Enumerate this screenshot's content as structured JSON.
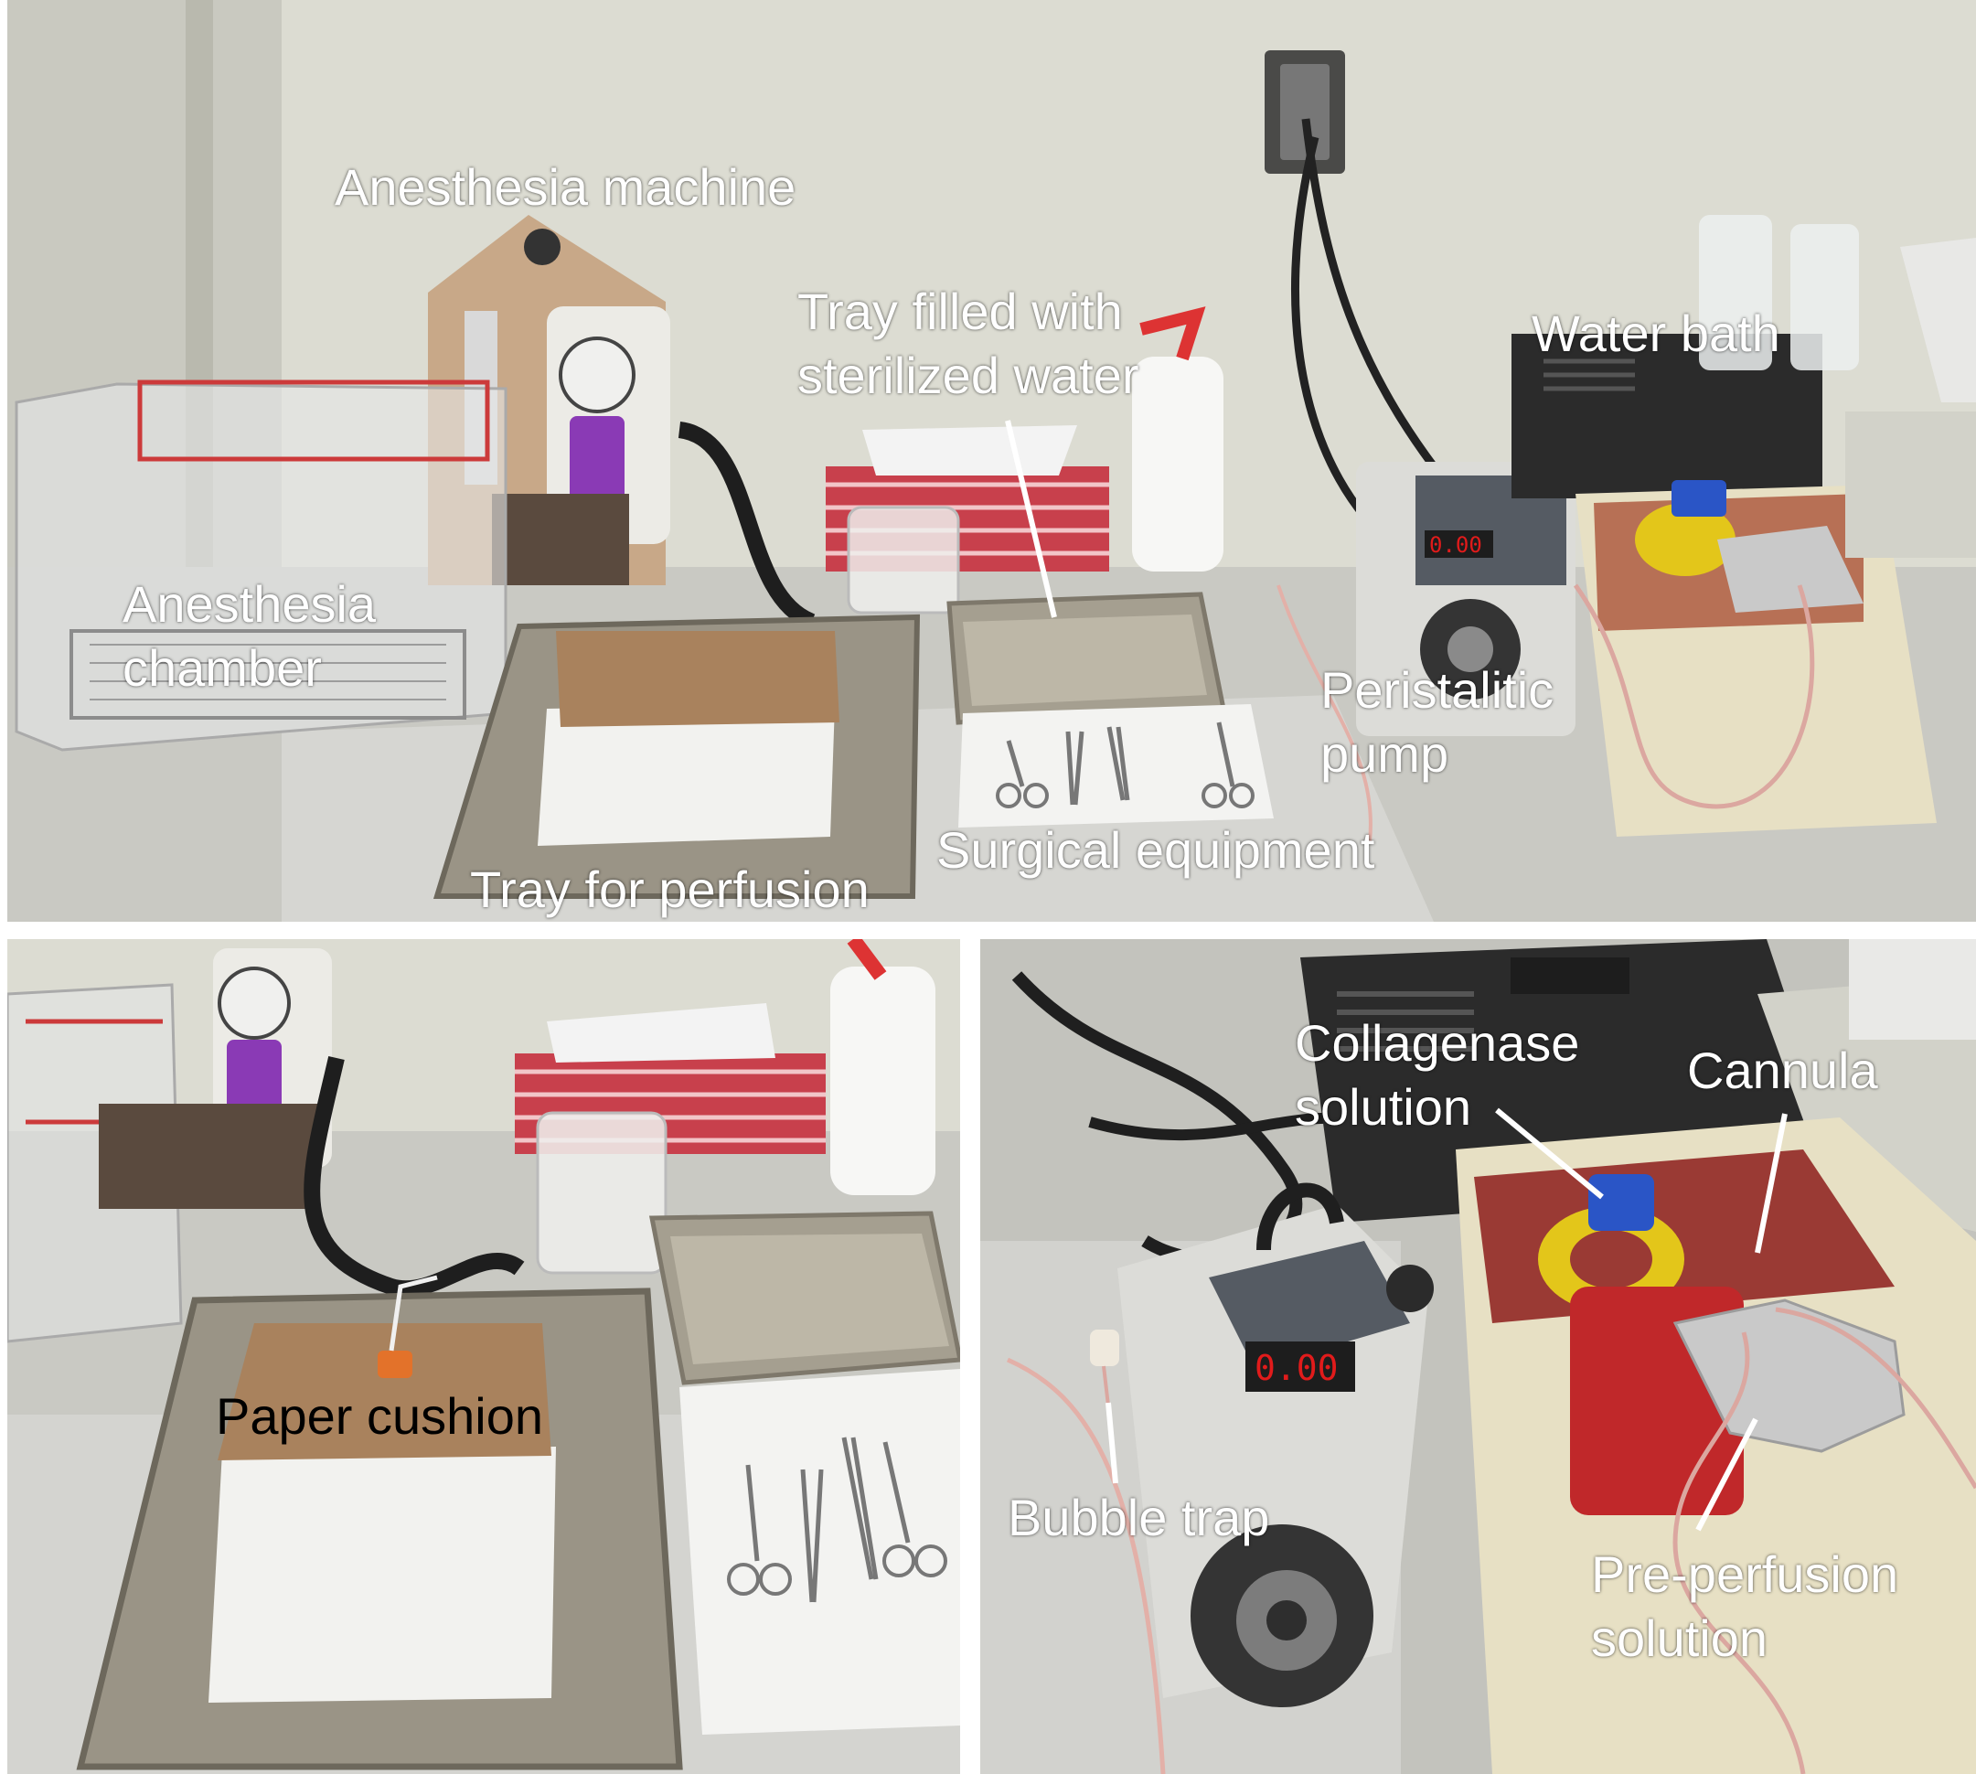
{
  "figure": {
    "background": "#ffffff",
    "panels": [
      {
        "id": "overview",
        "depicts": "bench-setup-overview",
        "labels": {
          "anesthesia_machine": "Anesthesia machine",
          "tray_water_line1": "Tray filled with",
          "tray_water_line2": "sterilized water",
          "water_bath": "Water bath",
          "anesthesia_chamber_line1": "Anesthesia",
          "anesthesia_chamber_line2": "chamber",
          "peristaltic_pump_line1": "Peristalitic",
          "peristaltic_pump_line2": "pump",
          "surgical_equipment": "Surgical equipment",
          "tray_for_perfusion": "Tray for perfusion"
        }
      },
      {
        "id": "tray-detail",
        "depicts": "perfusion-tray-close-up",
        "labels": {
          "paper_cushion": "Paper cushion"
        }
      },
      {
        "id": "pump-detail",
        "depicts": "pump-and-water-bath-close-up",
        "labels": {
          "collagenase_line1": "Collagenase",
          "collagenase_line2": "solution",
          "cannula": "Cannula",
          "bubble_trap": "Bubble trap",
          "pre_perfusion_line1": "Pre-perfusion",
          "pre_perfusion_line2": "solution"
        }
      }
    ],
    "colors": {
      "label_light": "#ffffff",
      "label_dark": "#000000",
      "pointer_line": "#ffffff",
      "wall": "#dcdcd2",
      "bench": "#c9c9c3",
      "steel_tray": "#9a9486",
      "foam_block": "#f2f2ef",
      "kraft_paper": "#a9825d",
      "gingham_red": "#c8404c",
      "pump_body": "#dcdcd8",
      "pump_display": "#e11b1b",
      "water_bath_body": "#2b2b2b",
      "crate": "#e7e0c4",
      "bottle_cap_blue": "#2a55c6",
      "bottle_ring_yellow": "#e3c61a",
      "solution_red": "#c0282a",
      "foil": "#c9c9c9",
      "anesthesia_purple": "#8a3ab5"
    }
  }
}
